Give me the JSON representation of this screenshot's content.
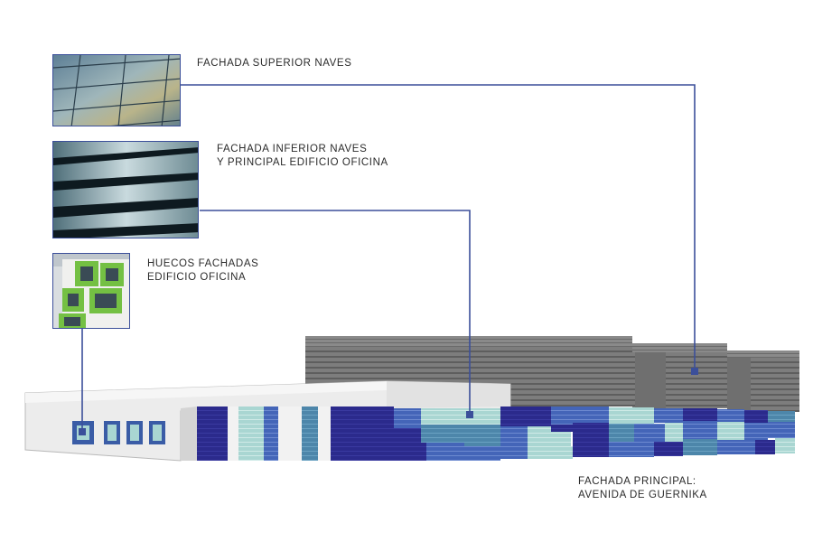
{
  "labels": {
    "upper": {
      "line1": "FACHADA SUPERIOR NAVES"
    },
    "lower": {
      "line1": "FACHADA INFERIOR NAVES",
      "line2": "Y PRINCIPAL EDIFICIO OFICINA"
    },
    "openings": {
      "line1": "HUECOS FACHADAS",
      "line2": "EDIFICIO OFICINA"
    },
    "main": {
      "line1": "FACHADA PRINCIPAL:",
      "line2": "AVENIDA DE GUERNIKA"
    }
  },
  "colors": {
    "leader_line": "#3b4f9a",
    "warehouse_grey": "#7a7a7a",
    "office_white": "#e8e8e8",
    "panel_navy": "#2b2a8c",
    "panel_blue": "#3f63b8",
    "panel_teal": "#4f86a8",
    "panel_mint": "#a9d6d2",
    "window_green": "#74c043"
  }
}
